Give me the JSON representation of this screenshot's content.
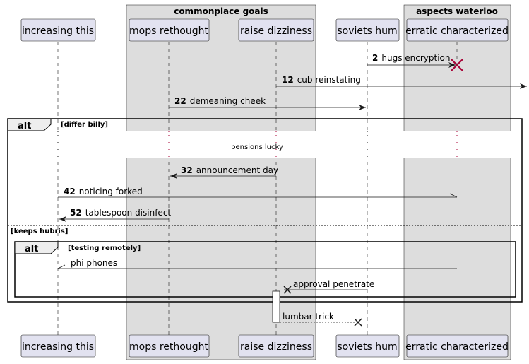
{
  "boxes": [
    {
      "title": "commonplace goals",
      "fill": "#DDDDDD"
    },
    {
      "title": "aspects waterloo",
      "fill": "#DDDDDD"
    }
  ],
  "participants": [
    {
      "id": "p1",
      "label": "increasing this"
    },
    {
      "id": "p2",
      "label": "mops rethought"
    },
    {
      "id": "p3",
      "label": "raise dizziness"
    },
    {
      "id": "p4",
      "label": "soviets hum"
    },
    {
      "id": "p5",
      "label": "erratic characterized"
    }
  ],
  "messages": [
    {
      "num": "2",
      "text": "hugs encryption"
    },
    {
      "num": "12",
      "text": "cub reinstating"
    },
    {
      "num": "22",
      "text": "demeaning cheek"
    },
    {
      "num": "32",
      "text": "announcement day"
    },
    {
      "num": "42",
      "text": "noticing forked"
    },
    {
      "num": "52",
      "text": "tablespoon disinfect"
    },
    {
      "num": "",
      "text": "phi phones"
    },
    {
      "num": "",
      "text": "approval penetrate"
    },
    {
      "num": "",
      "text": "lumbar trick"
    }
  ],
  "fragments": {
    "outer": {
      "keyword": "alt",
      "guard1": "[differ billy]",
      "guard2": "[keeps hubris]"
    },
    "inner": {
      "keyword": "alt",
      "guard": "[testing remotely]"
    }
  },
  "delay_text": "pensions lucky",
  "colors": {
    "participant_fill": "#E2E2F0",
    "participant_border": "#181818",
    "box_fill": "#DDDDDD",
    "destroy_red": "#A80036",
    "line": "#181818"
  }
}
